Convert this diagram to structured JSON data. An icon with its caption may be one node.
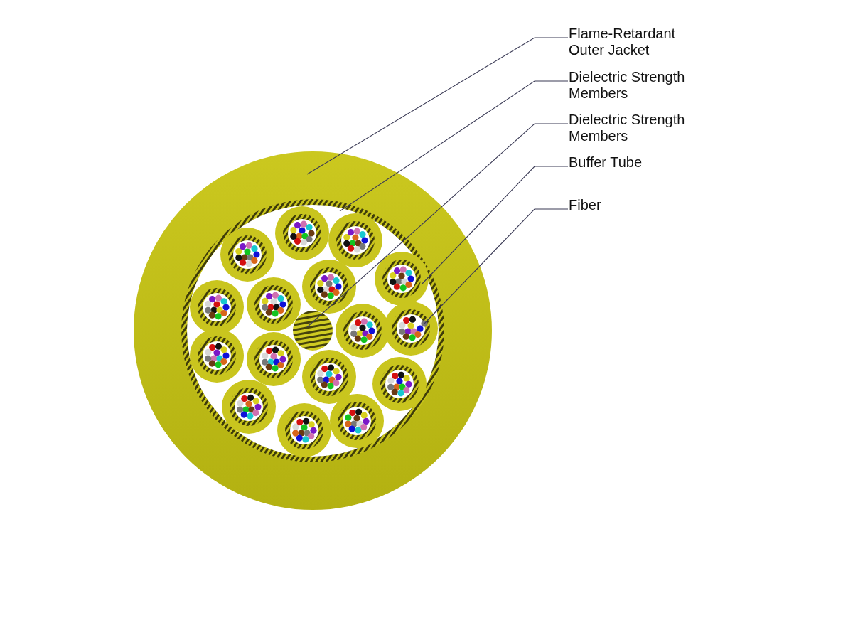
{
  "diagram": {
    "nodes": [
      {
        "text": [
          "Flame-Retardant Outer Jacket"
        ]
      },
      {
        "text": [
          "Dielectric Strength Members"
        ]
      },
      {
        "text": [
          "Dielectric Strength Members"
        ]
      },
      {
        "text": [
          "Buffer Tube"
        ]
      },
      {
        "text": [
          "Fiber"
        ]
      },
      {
        "text": [],
        "shape": "circle"
      },
      {
        "text": [],
        "shape": "circle",
        "in": 5
      },
      {
        "text": [],
        "shape": "circle",
        "in": 6
      },
      {
        "text": [],
        "shape": "circle",
        "in": 6
      },
      {
        "text": [],
        "shape": "circle",
        "in": 17
      },
      {
        "text": [],
        "shape": "circle",
        "in": 6
      },
      {
        "text": [],
        "shape": "circle",
        "in": 6
      },
      {
        "text": [],
        "shape": "circle",
        "in": 6
      },
      {
        "text": [],
        "shape": "circle",
        "in": 6
      },
      {
        "text": [],
        "shape": "circle",
        "in": 6
      },
      {
        "text": [],
        "shape": "circle",
        "in": 6
      },
      {
        "text": [],
        "shape": "circle",
        "in": 6
      },
      {
        "text": [],
        "shape": "circle",
        "in": 6
      },
      {
        "text": [],
        "shape": "circle",
        "in": 6
      },
      {
        "text": [],
        "shape": "circle",
        "in": 6
      },
      {
        "text": [],
        "shape": "circle",
        "in": 6
      },
      {
        "text": [],
        "shape": "circle",
        "in": 6
      },
      {
        "text": [],
        "shape": "circle",
        "in": 6
      },
      {
        "text": [],
        "shape": "circle",
        "in": 6
      },
      {
        "text": [],
        "shape": "circle",
        "in": 6
      }
    ],
    "edges": [
      {
        "from": 0,
        "to": 5,
        "arrow": "none"
      },
      {
        "from": 1,
        "to": 6,
        "arrow": "none"
      },
      {
        "from": 2,
        "to": 7,
        "arrow": "none"
      },
      {
        "from": 3,
        "to": 8,
        "arrow": "none"
      },
      {
        "from": 4,
        "to": 9,
        "arrow": "none"
      }
    ]
  }
}
